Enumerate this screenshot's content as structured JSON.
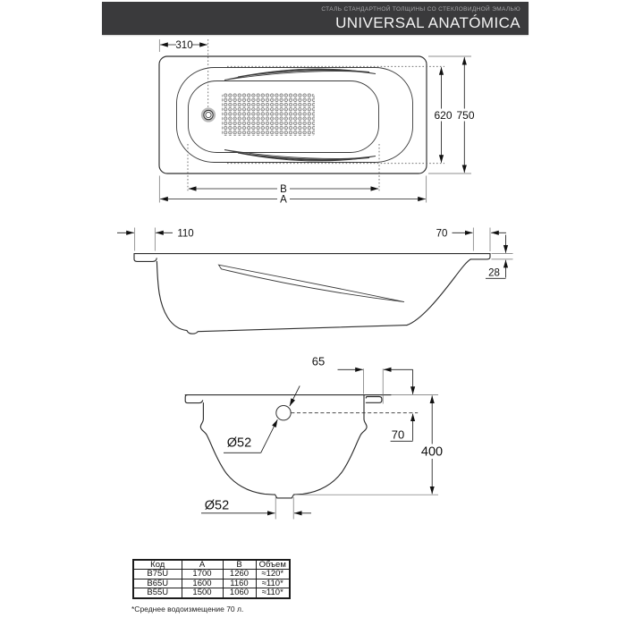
{
  "header": {
    "subtitle": "СТАЛЬ СТАНДАРТНОЙ ТОЛЩИНЫ СО СТЕКЛОВИДНОЙ ЭМАЛЬЮ",
    "title": "UNIVERSAL ANATÓMICA"
  },
  "colors": {
    "header_bg": "#3a3a3c",
    "line": "#2d2d2d",
    "dim_line": "#1f1f1f"
  },
  "plan_view": {
    "dims": {
      "drain_offset": "310",
      "inner_width": "620",
      "outer_width": "750",
      "inner_length": "B",
      "outer_length": "A"
    }
  },
  "side_view": {
    "dims": {
      "head_ledge": "110",
      "foot_ledge": "70",
      "rim_drop": "28"
    }
  },
  "section_view": {
    "dims": {
      "overflow_offset": "65",
      "overflow_diameter": "Ø52",
      "overflow_depth": "70",
      "total_height": "400",
      "drain_diameter": "Ø52"
    }
  },
  "spec_table": {
    "columns": [
      "Код",
      "A",
      "B",
      "Объем"
    ],
    "rows": [
      [
        "B75U",
        "1700",
        "1260",
        "≈120*"
      ],
      [
        "B65U",
        "1600",
        "1160",
        "≈110*"
      ],
      [
        "B55U",
        "1500",
        "1060",
        "≈110*"
      ]
    ]
  },
  "footnote": "*Среднее водоизмещение 70 л."
}
